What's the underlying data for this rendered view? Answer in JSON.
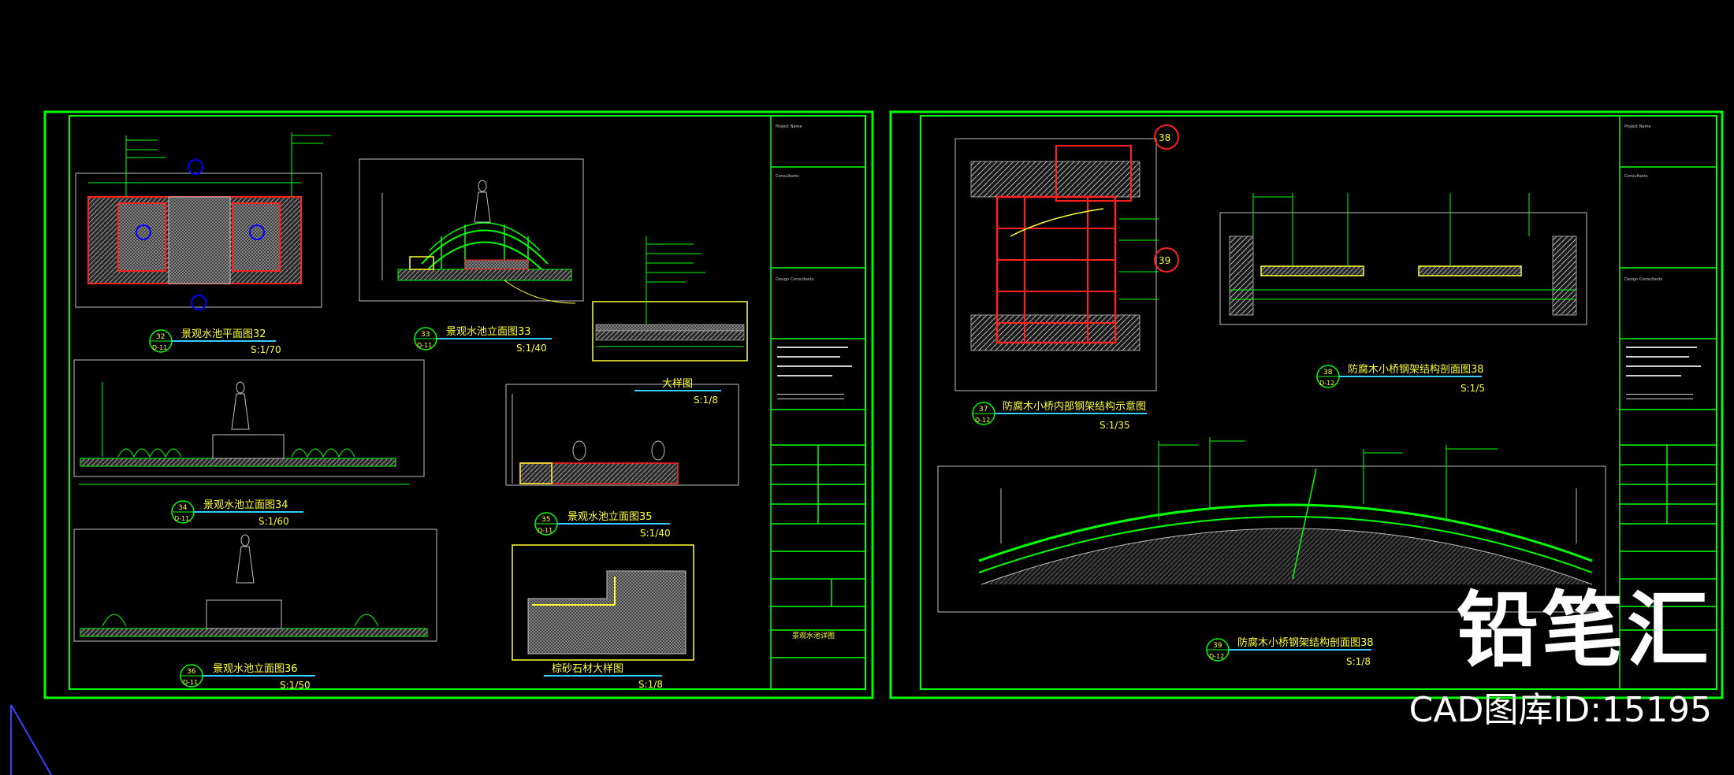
{
  "colors": {
    "background": "#000000",
    "frame": "#00ff00",
    "accent_red": "#ff2020",
    "accent_yellow": "#ffff33",
    "accent_cyan": "#33ccff",
    "accent_blue": "#0000ff",
    "hatch": "#bfbfbf",
    "watermark": "#ffffff"
  },
  "sheet_left": {
    "views": [
      {
        "num": "32",
        "ref": "D-11",
        "title": "景观水池平面图32",
        "scale": "S:1/70"
      },
      {
        "num": "33",
        "ref": "D-11",
        "title": "景观水池立面图33",
        "scale": "S:1/40"
      },
      {
        "num": "34",
        "ref": "D-11",
        "title": "景观水池立面图34",
        "scale": "S:1/60"
      },
      {
        "num": "35",
        "ref": "D-11",
        "title": "景观水池立面图35",
        "scale": "S:1/40"
      },
      {
        "num": "36",
        "ref": "D-11",
        "title": "景观水池立面图36",
        "scale": "S:1/50"
      }
    ],
    "detail_large": {
      "title": "大样图",
      "scale": "S:1/8"
    },
    "detail_stone": {
      "title": "棕砂石材大样图",
      "scale": "S:1/8"
    },
    "titleblock": {
      "sheet_name": "景观水池详图",
      "design_label": "Design Consultants"
    }
  },
  "sheet_right": {
    "views": [
      {
        "num": "37",
        "ref": "D-12",
        "title": "防腐木小桥内部钢架结构示意图",
        "scale": "S:1/35"
      },
      {
        "num": "38",
        "ref": "D-12",
        "title": "防腐木小桥钢架结构剖面图38",
        "scale": "S:1/5"
      },
      {
        "num": "39",
        "ref": "D-12",
        "title": "防腐木小桥钢架结构剖面图38",
        "scale": "S:1/8"
      }
    ],
    "callouts": [
      "38",
      "39"
    ],
    "titleblock": {
      "design_label": "Design Consultants"
    }
  },
  "watermark": {
    "logo": "铅笔汇",
    "id_text": "CAD图库ID:15195"
  }
}
